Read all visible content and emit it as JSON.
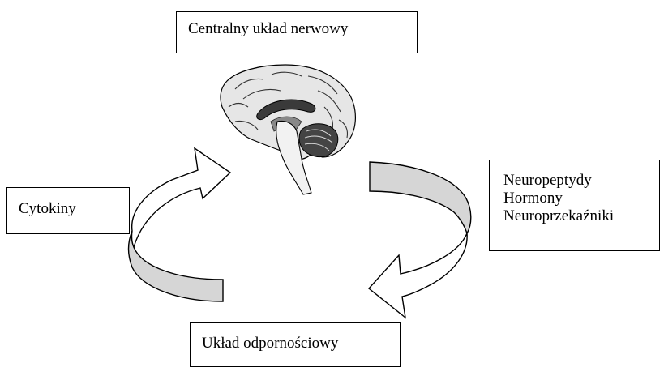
{
  "diagram": {
    "cns_label": "Centralny układ nerwowy",
    "cytokines_label": "Cytokiny",
    "neuro_lines": [
      "Neuropeptydy",
      "Hormony",
      "Neuroprzekaźniki"
    ],
    "immune_label": "Układ odpornościowy",
    "colors": {
      "band_fill": "#d6d6d6",
      "stroke": "#000000",
      "brain_tissue": "#e6e6e6",
      "brain_shadow": "#555555"
    }
  }
}
